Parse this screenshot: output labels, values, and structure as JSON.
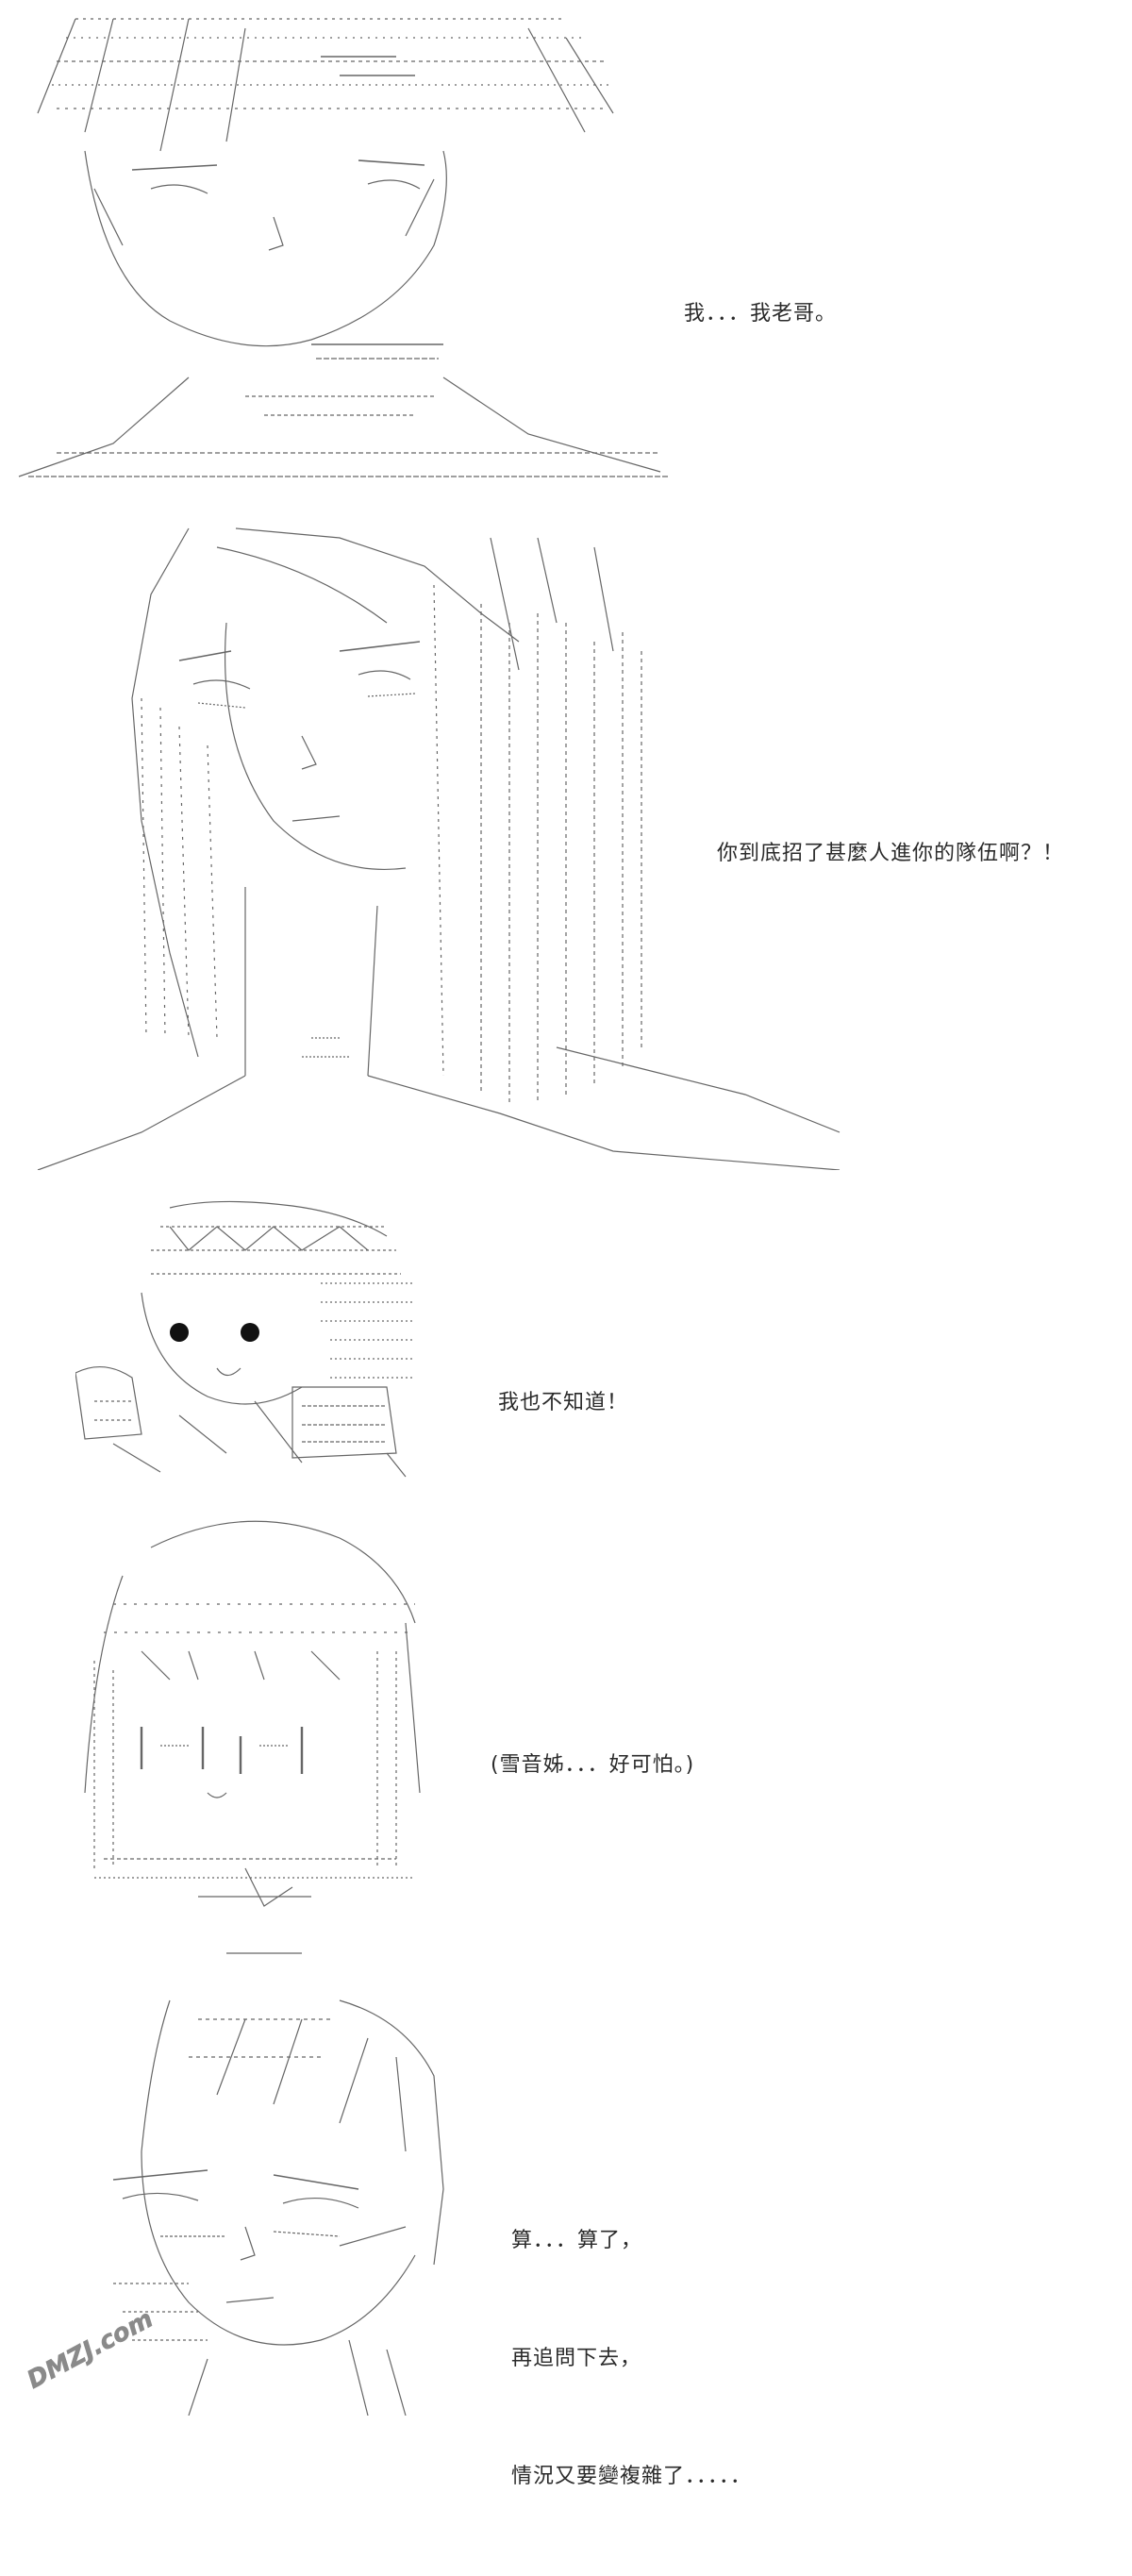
{
  "panels": [
    {
      "id": "panel-1",
      "dialogue": [
        "我．．．我老哥。"
      ]
    },
    {
      "id": "panel-2",
      "dialogue": [
        "你到底招了甚麼人進你的隊伍啊？！"
      ]
    },
    {
      "id": "panel-3",
      "dialogue": [
        "我也不知道！"
      ]
    },
    {
      "id": "panel-4",
      "dialogue": [
        "(雪音姊．．．好可怕。)"
      ]
    },
    {
      "id": "panel-5",
      "dialogue": [
        "算．．．算了，",
        "再追問下去，",
        "情況又要變複雜了．．．．．"
      ]
    }
  ],
  "watermark": {
    "text": "DMZJ.com",
    "color": "#8a8a8a"
  },
  "colors": {
    "ink": "#555555",
    "text": "#2a2a2a",
    "background": "#ffffff"
  }
}
